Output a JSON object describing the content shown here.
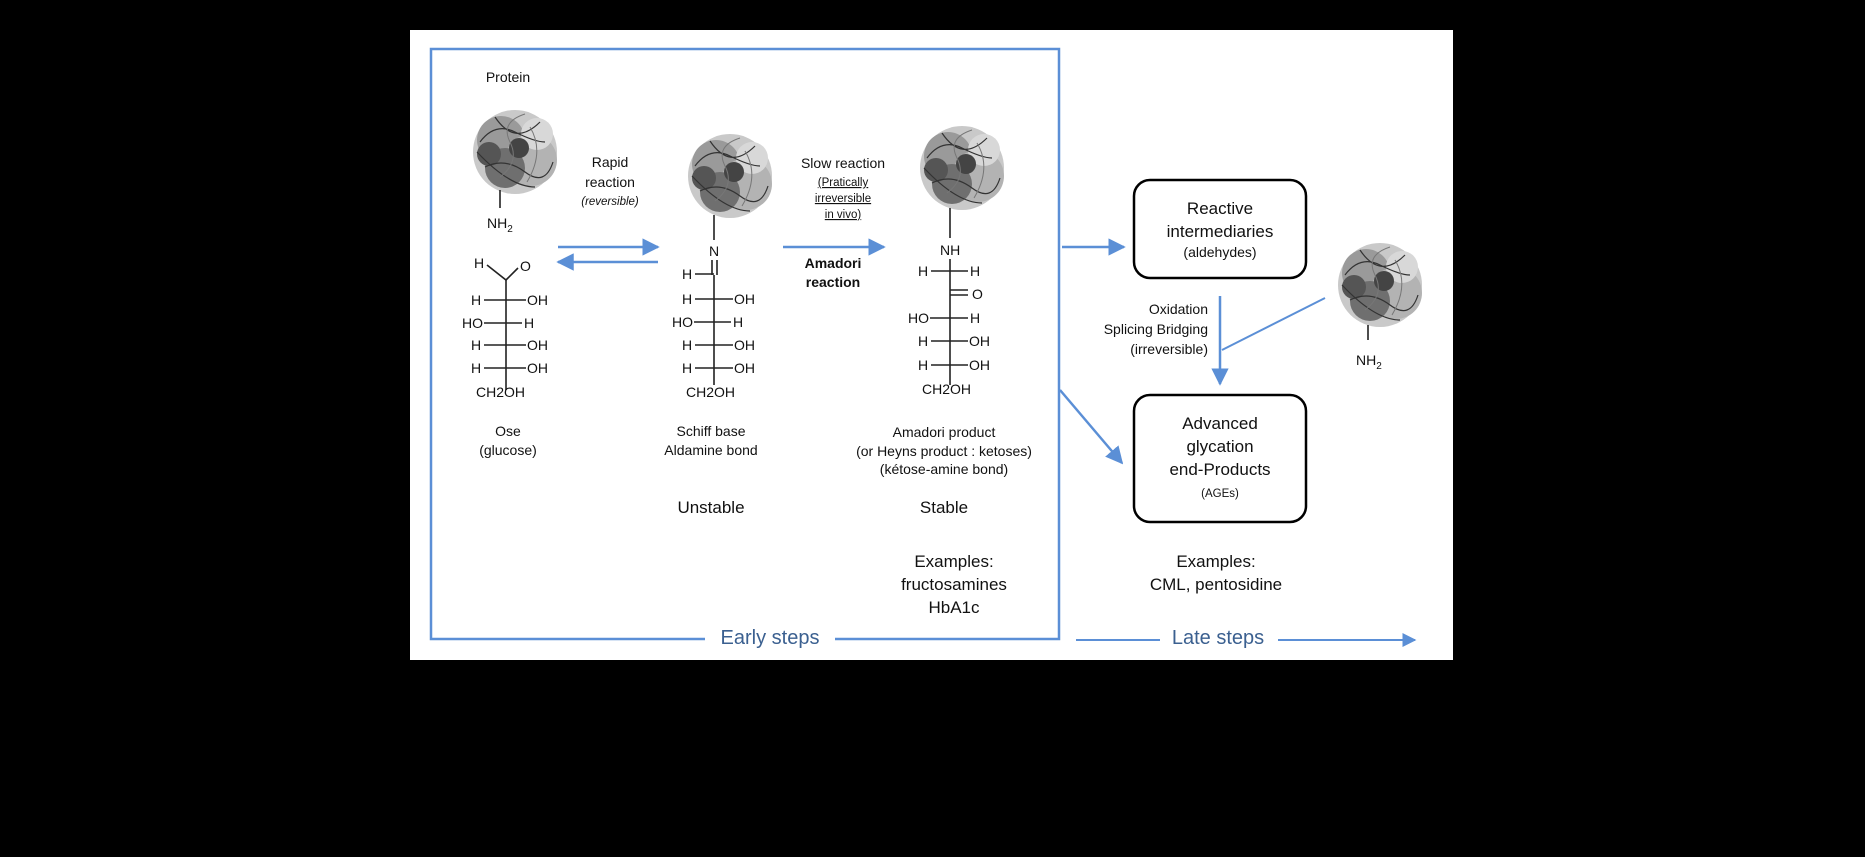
{
  "colors": {
    "background": "#000000",
    "panel": "#ffffff",
    "arrow": "#5b8fd6",
    "step_text": "#3b6090",
    "box_border": "#000000"
  },
  "labels": {
    "protein": "Protein",
    "nh2": "NH",
    "nh2_sub": "2",
    "rapid_reaction_1": "Rapid",
    "rapid_reaction_2": "reaction",
    "rapid_reaction_3": "(reversible)",
    "slow_reaction_1": "Slow  reaction",
    "slow_reaction_2": "(Pratically",
    "slow_reaction_3": "irreversible",
    "slow_reaction_4": "in vivo)",
    "amadori_reaction_1": "Amadori",
    "amadori_reaction_2": "reaction",
    "ose_1": "Ose",
    "ose_2": "(glucose)",
    "schiff_1": "Schiff base",
    "schiff_2": "Aldamine bond",
    "amadori_product_1": "Amadori  product",
    "amadori_product_2": "(or Heyns product : ketoses)",
    "amadori_product_3": "(kétose-amine bond)",
    "unstable": "Unstable",
    "stable": "Stable",
    "examples_early_1": "Examples:",
    "examples_early_2": "fructosamines",
    "examples_early_3": "HbA1c",
    "reactive_1": "Reactive",
    "reactive_2": "intermediaries",
    "reactive_3": "(aldehydes)",
    "oxidation_1": "Oxidation",
    "oxidation_2": "Splicing Bridging",
    "oxidation_3": "(irreversible)",
    "ages_1": "Advanced",
    "ages_2": "glycation",
    "ages_3": "end-Products",
    "ages_4": "(AGEs)",
    "examples_late_1": "Examples:",
    "examples_late_2": "CML, pentosidine",
    "early_steps": "Early steps",
    "late_steps": "Late steps"
  },
  "chem": {
    "H": "H",
    "O": "O",
    "OH": "OH",
    "HO": "HO",
    "N": "N",
    "NH": "NH",
    "CH2OH": "CH2OH"
  },
  "icons": [
    "protein-blob-icon"
  ]
}
